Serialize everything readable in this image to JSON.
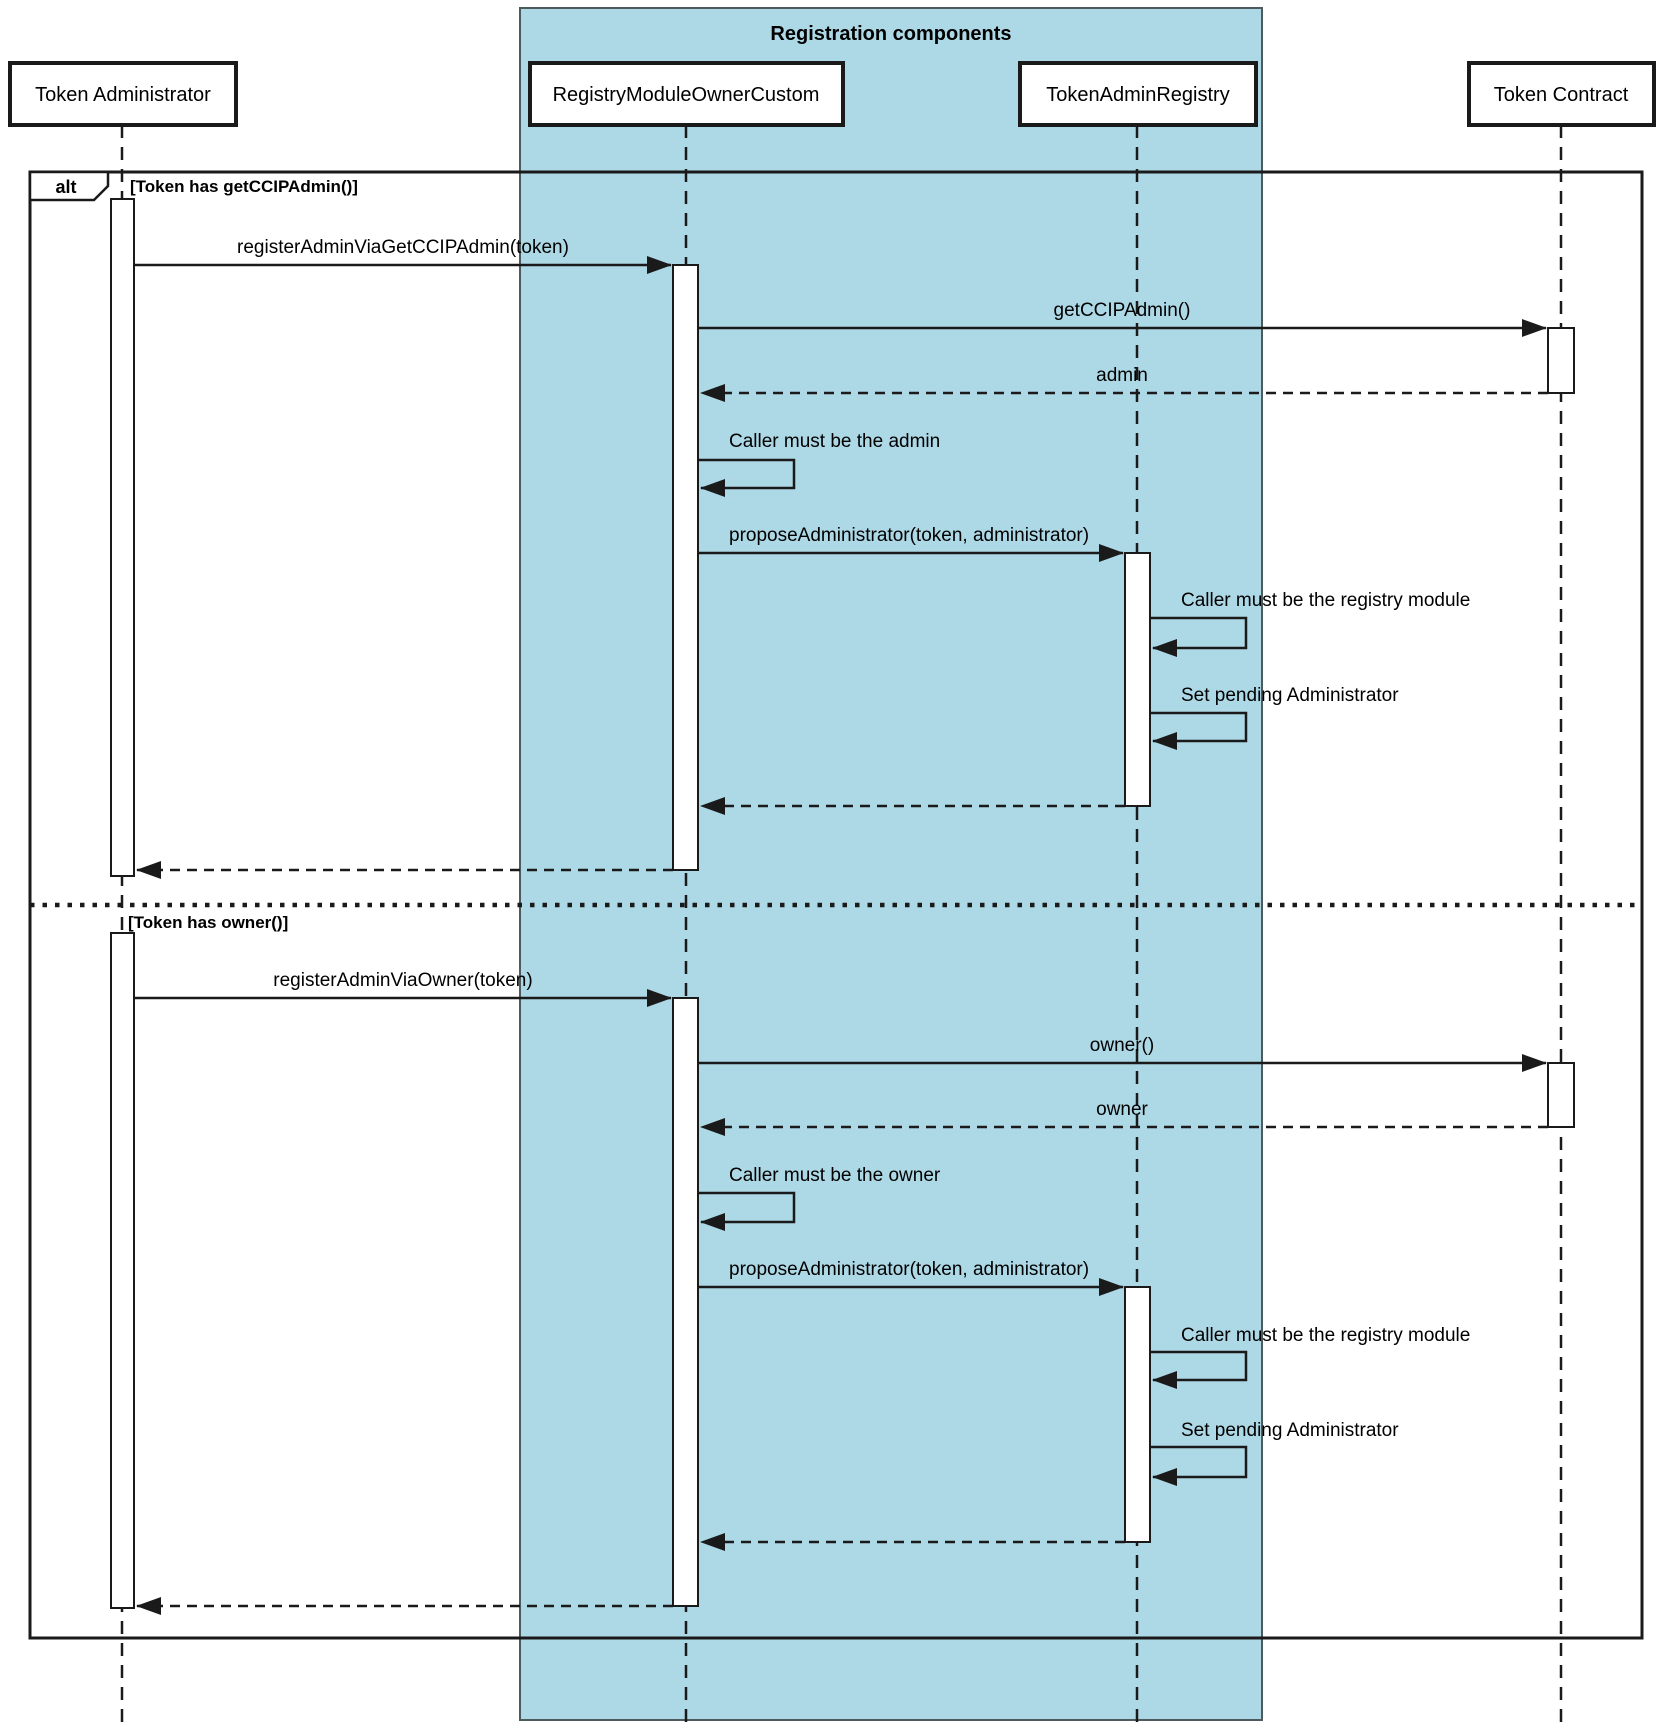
{
  "diagram": {
    "container_title": "Registration components",
    "frame": {
      "operator": "alt",
      "condition_first": "[Token has getCCIPAdmin()]",
      "condition_second": "[Token has owner()]"
    },
    "participants": {
      "token_administrator": "Token Administrator",
      "registry_module_owner_custom": "RegistryModuleOwnerCustom",
      "token_admin_registry": "TokenAdminRegistry",
      "token_contract": "Token Contract"
    },
    "messages": {
      "register_admin_via_get_ccip_admin": "registerAdminViaGetCCIPAdmin(token)",
      "get_ccip_admin": "getCCIPAdmin()",
      "admin_return": "admin",
      "caller_must_be_admin": "Caller must be the admin",
      "propose_administrator_1": "proposeAdministrator(token, administrator)",
      "caller_must_be_registry_module_1": "Caller must be the registry module",
      "set_pending_administrator_1": "Set pending Administrator",
      "register_admin_via_owner": "registerAdminViaOwner(token)",
      "owner_call": "owner()",
      "owner_return": "owner",
      "caller_must_be_owner": "Caller must be the owner",
      "propose_administrator_2": "proposeAdministrator(token, administrator)",
      "caller_must_be_registry_module_2": "Caller must be the registry module",
      "set_pending_administrator_2": "Set pending Administrator"
    },
    "colors": {
      "container_fill": "#add8e6",
      "container_border": "#4d5a5e",
      "line": "#1a1a1a"
    }
  }
}
